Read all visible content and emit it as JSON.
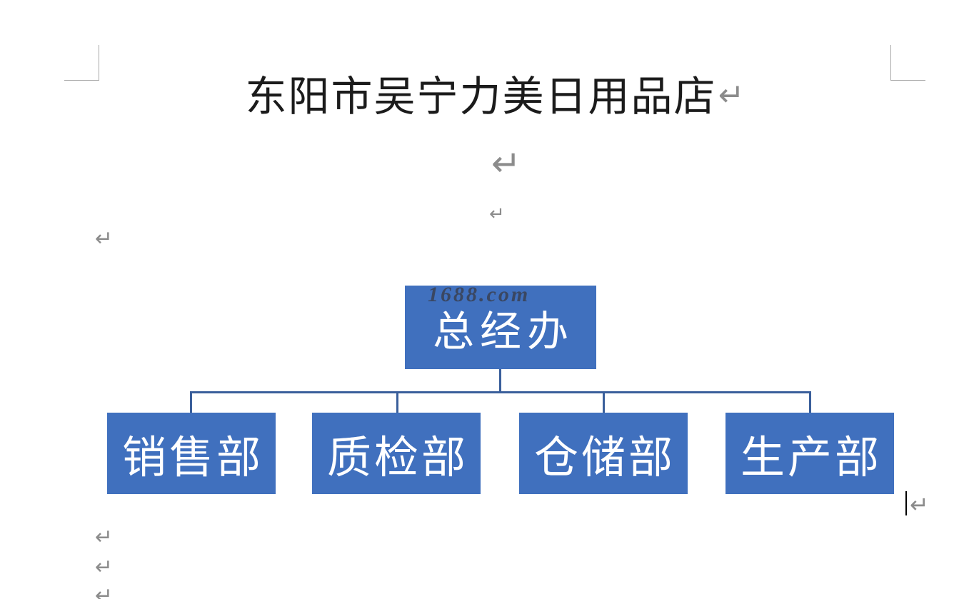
{
  "document": {
    "title": "东阳市吴宁力美日用品店"
  },
  "watermark": {
    "text": "1688.com"
  },
  "org_chart": {
    "root": {
      "label": "总经办"
    },
    "children": [
      {
        "label": "销售部"
      },
      {
        "label": "质检部"
      },
      {
        "label": "仓储部"
      },
      {
        "label": "生产部"
      }
    ],
    "box_fill_color": "#4070be",
    "box_text_color": "#ffffff",
    "connector_color": "#3a5f9b"
  },
  "formatting_marks": {
    "paragraph_mark": "↵",
    "mark_color": "#8c8c8c"
  }
}
